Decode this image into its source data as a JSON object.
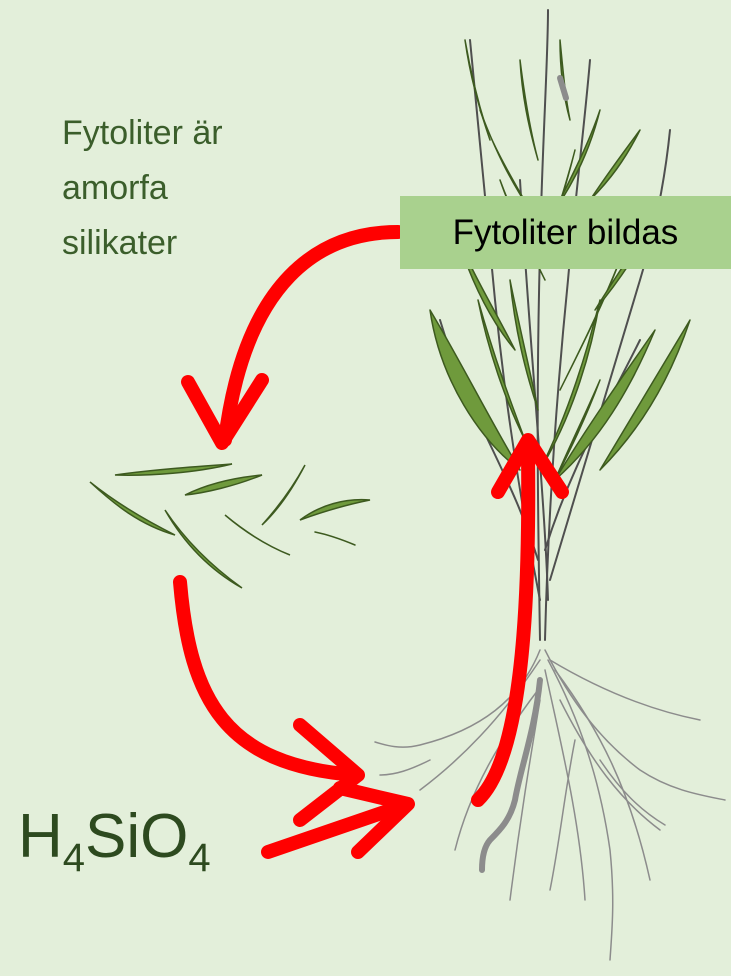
{
  "caption": {
    "line1": "Fytoliter är",
    "line2": "amorfa",
    "line3": "silikater"
  },
  "label_box": {
    "text": "Fytoliter bildas",
    "color": "#a9d18e"
  },
  "formula": {
    "h": "H",
    "h_sub": "4",
    "si_o": "SiO",
    "o_sub": "4"
  },
  "colors": {
    "background": "#e3efda",
    "arrow": "#ff0000",
    "leaf_fill": "#6f9a3c",
    "leaf_edge": "#3d5a1f",
    "root": "#8c8c8c"
  }
}
